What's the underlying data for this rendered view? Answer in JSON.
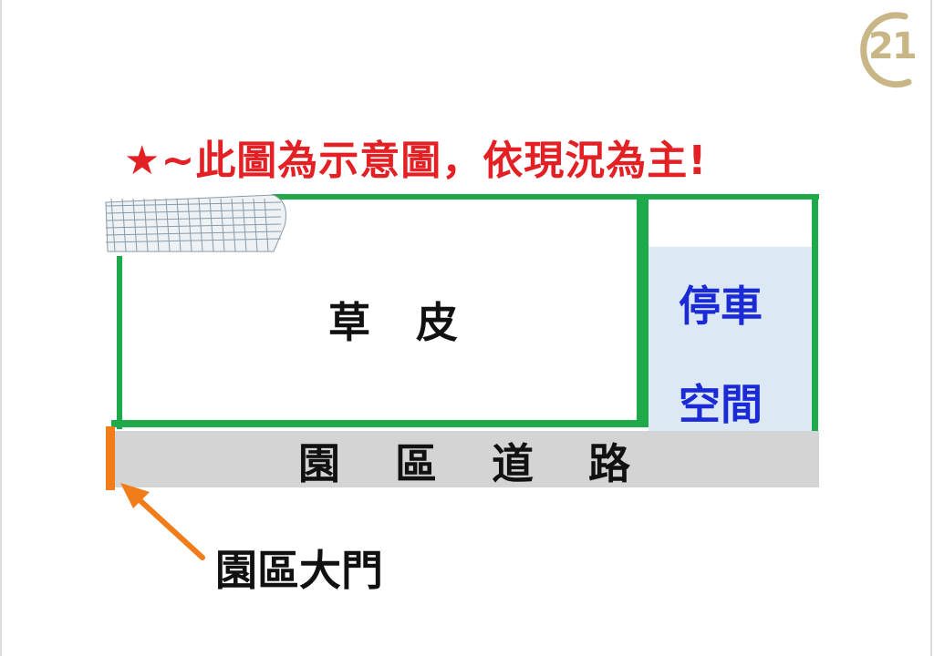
{
  "note_text": "★~此圖為示意圖，依現況為主!",
  "logo_text": "21",
  "zones": {
    "grass_label": "草皮",
    "parking_line1": "停車",
    "parking_line2": "空間",
    "road_label": "園區道路",
    "gate_label": "園區大門"
  },
  "icons": {
    "logo": "century21-logo-icon",
    "greenhouse": "greenhouse-mesh-icon",
    "arrow": "arrow-up-left-icon"
  },
  "colors": {
    "note": "#e32024",
    "boundary": "#1ea94b",
    "parking_fill": "#dce8f4",
    "parking_text": "#1a2bd6",
    "road_fill": "#d4d4d4",
    "gate": "#f07c1a",
    "logo": "#c8b686"
  }
}
